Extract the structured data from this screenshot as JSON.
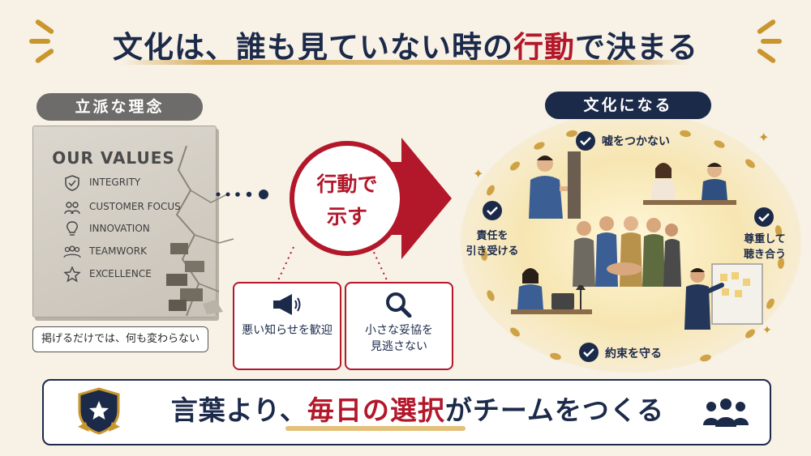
{
  "title": {
    "part1": "文化は、誰も見ていない時の",
    "accent": "行動",
    "part2": "で決まる"
  },
  "left": {
    "pill": "立派な理念",
    "slab_title": "OUR VALUES",
    "values": [
      {
        "label": "INTEGRITY",
        "icon": "shield-check-icon"
      },
      {
        "label": "CUSTOMER FOCUS",
        "icon": "people-icon"
      },
      {
        "label": "INNOVATION",
        "icon": "lightbulb-icon"
      },
      {
        "label": "TEAMWORK",
        "icon": "team-icon"
      },
      {
        "label": "EXCELLENCE",
        "icon": "star-icon"
      }
    ],
    "caption": "掲げるだけでは、何も変わらない"
  },
  "center": {
    "circle_line1": "行動で",
    "circle_line2": "示す",
    "cards": [
      {
        "icon": "megaphone-icon",
        "line1": "悪い知らせを歓迎",
        "line2": ""
      },
      {
        "icon": "magnifier-icon",
        "line1": "小さな妥協を",
        "line2": "見逃さない"
      }
    ]
  },
  "right": {
    "pill": "文化になる",
    "labels": {
      "top": "嘘をつかない",
      "left_line1": "責任を",
      "left_line2": "引き受ける",
      "right_line1": "尊重して",
      "right_line2": "聴き合う",
      "bottom": "約束を守る"
    }
  },
  "banner": {
    "part1": "言葉より、",
    "accent": "毎日の選択",
    "part2": "がチームをつくる"
  },
  "colors": {
    "navy": "#1c2a4a",
    "red": "#b3172a",
    "gold": "#e3c07a",
    "background": "#f7f1e6"
  }
}
